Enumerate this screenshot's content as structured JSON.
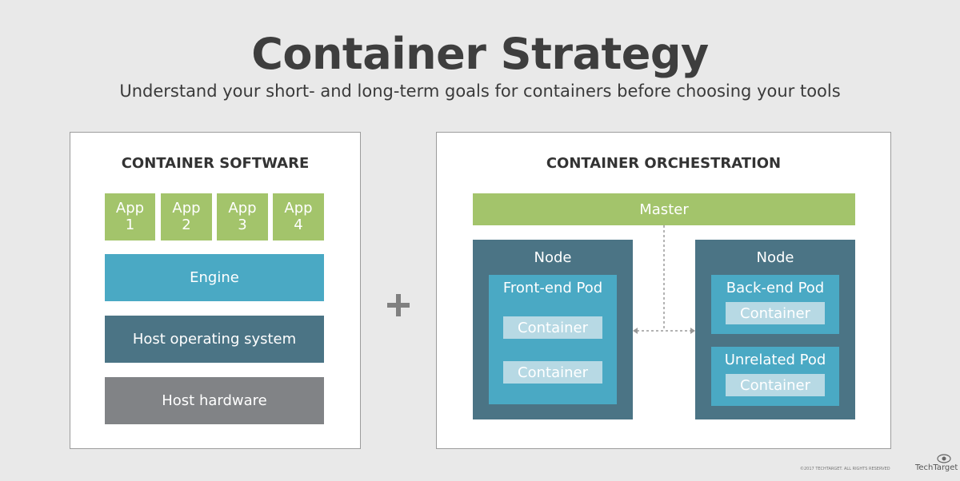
{
  "header": {
    "title": "Container Strategy",
    "subtitle": "Understand your short- and long-term goals for containers before choosing your tools"
  },
  "software_panel": {
    "title": "CONTAINER SOFTWARE",
    "apps": [
      {
        "line1": "App",
        "line2": "1"
      },
      {
        "line1": "App",
        "line2": "2"
      },
      {
        "line1": "App",
        "line2": "3"
      },
      {
        "line1": "App",
        "line2": "4"
      }
    ],
    "engine": "Engine",
    "host_os": "Host operating system",
    "host_hardware": "Host hardware"
  },
  "orchestration_panel": {
    "title": "CONTAINER ORCHESTRATION",
    "master": "Master",
    "left_node": {
      "label": "Node",
      "pod": {
        "label": "Front-end Pod",
        "containers": [
          "Container",
          "Container"
        ]
      }
    },
    "right_node": {
      "label": "Node",
      "pods": [
        {
          "label": "Back-end Pod",
          "container": "Container"
        },
        {
          "label": "Unrelated Pod",
          "container": "Container"
        }
      ]
    }
  },
  "footer": {
    "copyright": "©2017 TECHTARGET. ALL RIGHTS RESERVED",
    "brand": "TechTarget"
  },
  "colors": {
    "background": "#e9e9e9",
    "green": "#a3c46b",
    "teal": "#4aa9c4",
    "slate": "#4b7485",
    "gray": "#818386",
    "light_blue": "#b7d9e4"
  }
}
